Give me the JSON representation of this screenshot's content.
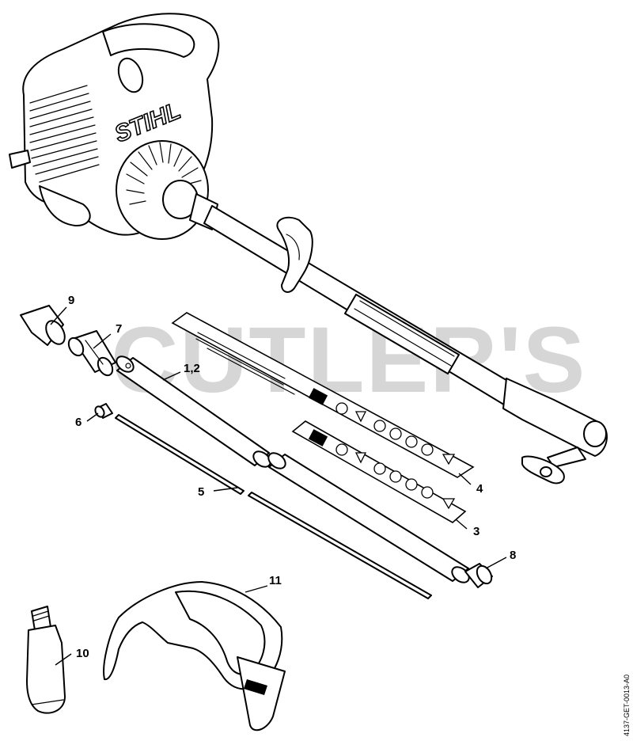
{
  "watermark": "CUTLER'S",
  "brand_logo": "STIHL",
  "document_id": "4137-GET-0013-A0",
  "callouts": {
    "c1": "1,2",
    "c3": "3",
    "c4": "4",
    "c5": "5",
    "c6": "6",
    "c7": "7",
    "c8": "8",
    "c9": "9",
    "c10": "10",
    "c11": "11"
  }
}
